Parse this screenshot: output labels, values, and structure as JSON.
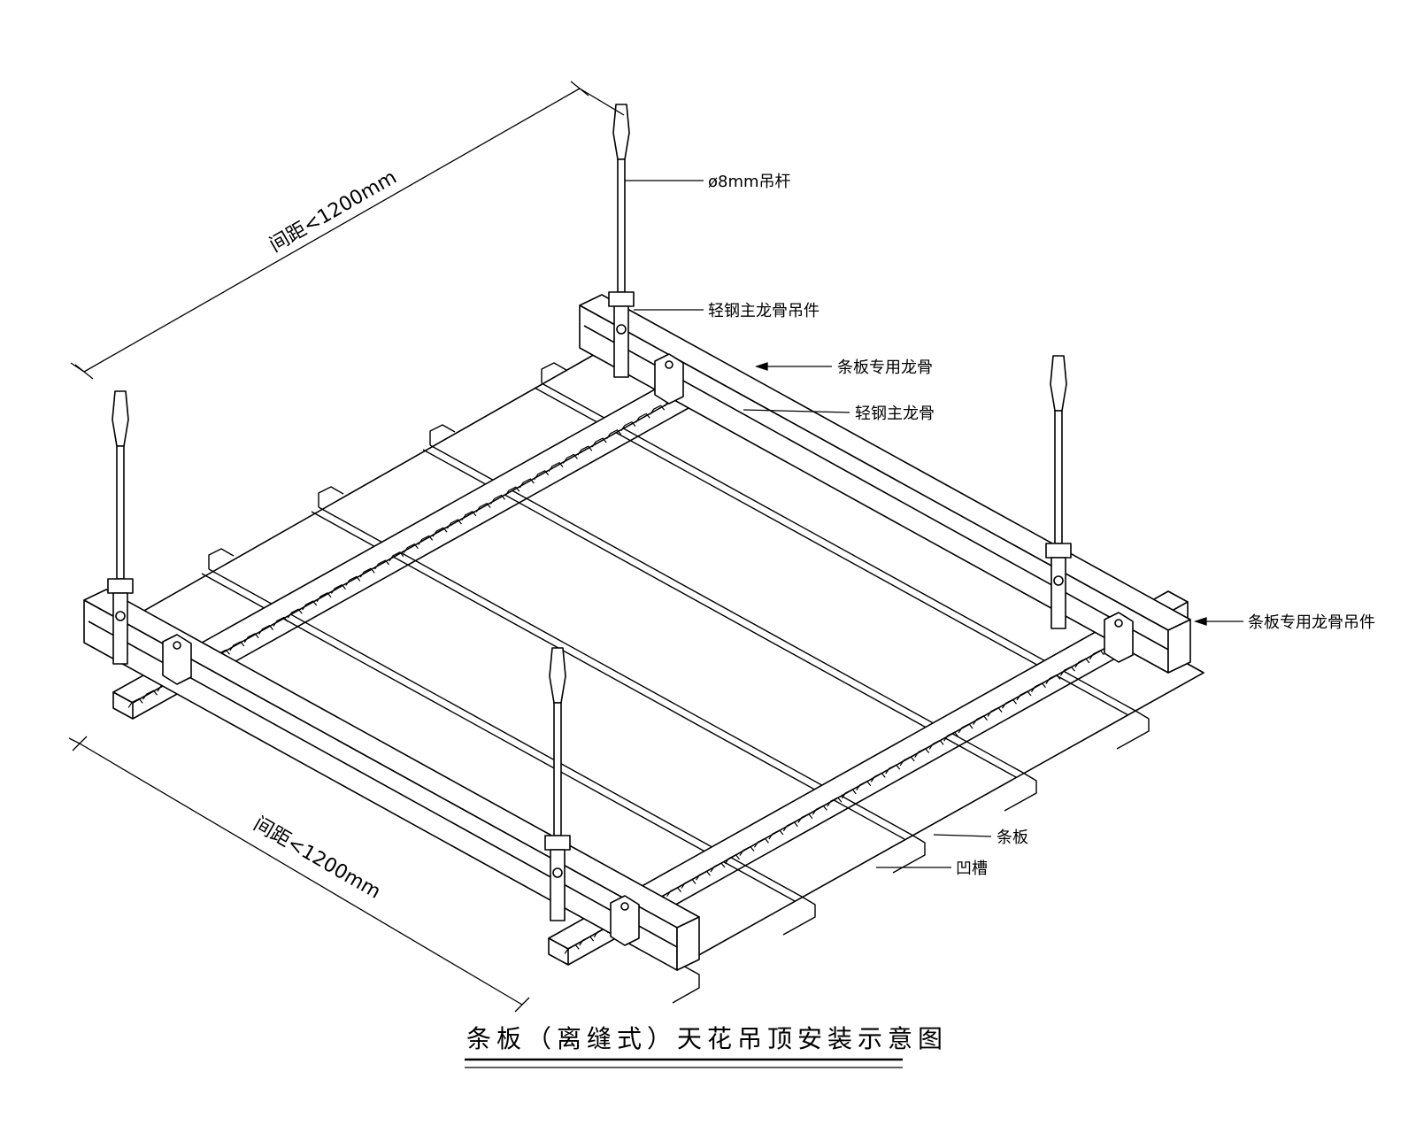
{
  "title": "条板（离缝式）天花吊顶安装示意图",
  "dimensions": {
    "top": "间距<1200mm",
    "bottom": "间距<1200mm"
  },
  "labels": {
    "rod": "ø8mm吊杆",
    "main_keel_hanger": "轻钢主龙骨吊件",
    "strip_keel": "条板专用龙骨",
    "main_keel": "轻钢主龙骨",
    "strip_keel_hanger": "条板专用龙骨吊件",
    "strip": "条板",
    "groove": "凹槽"
  },
  "colors": {
    "line": "#000000",
    "panel": "#ffffff"
  }
}
